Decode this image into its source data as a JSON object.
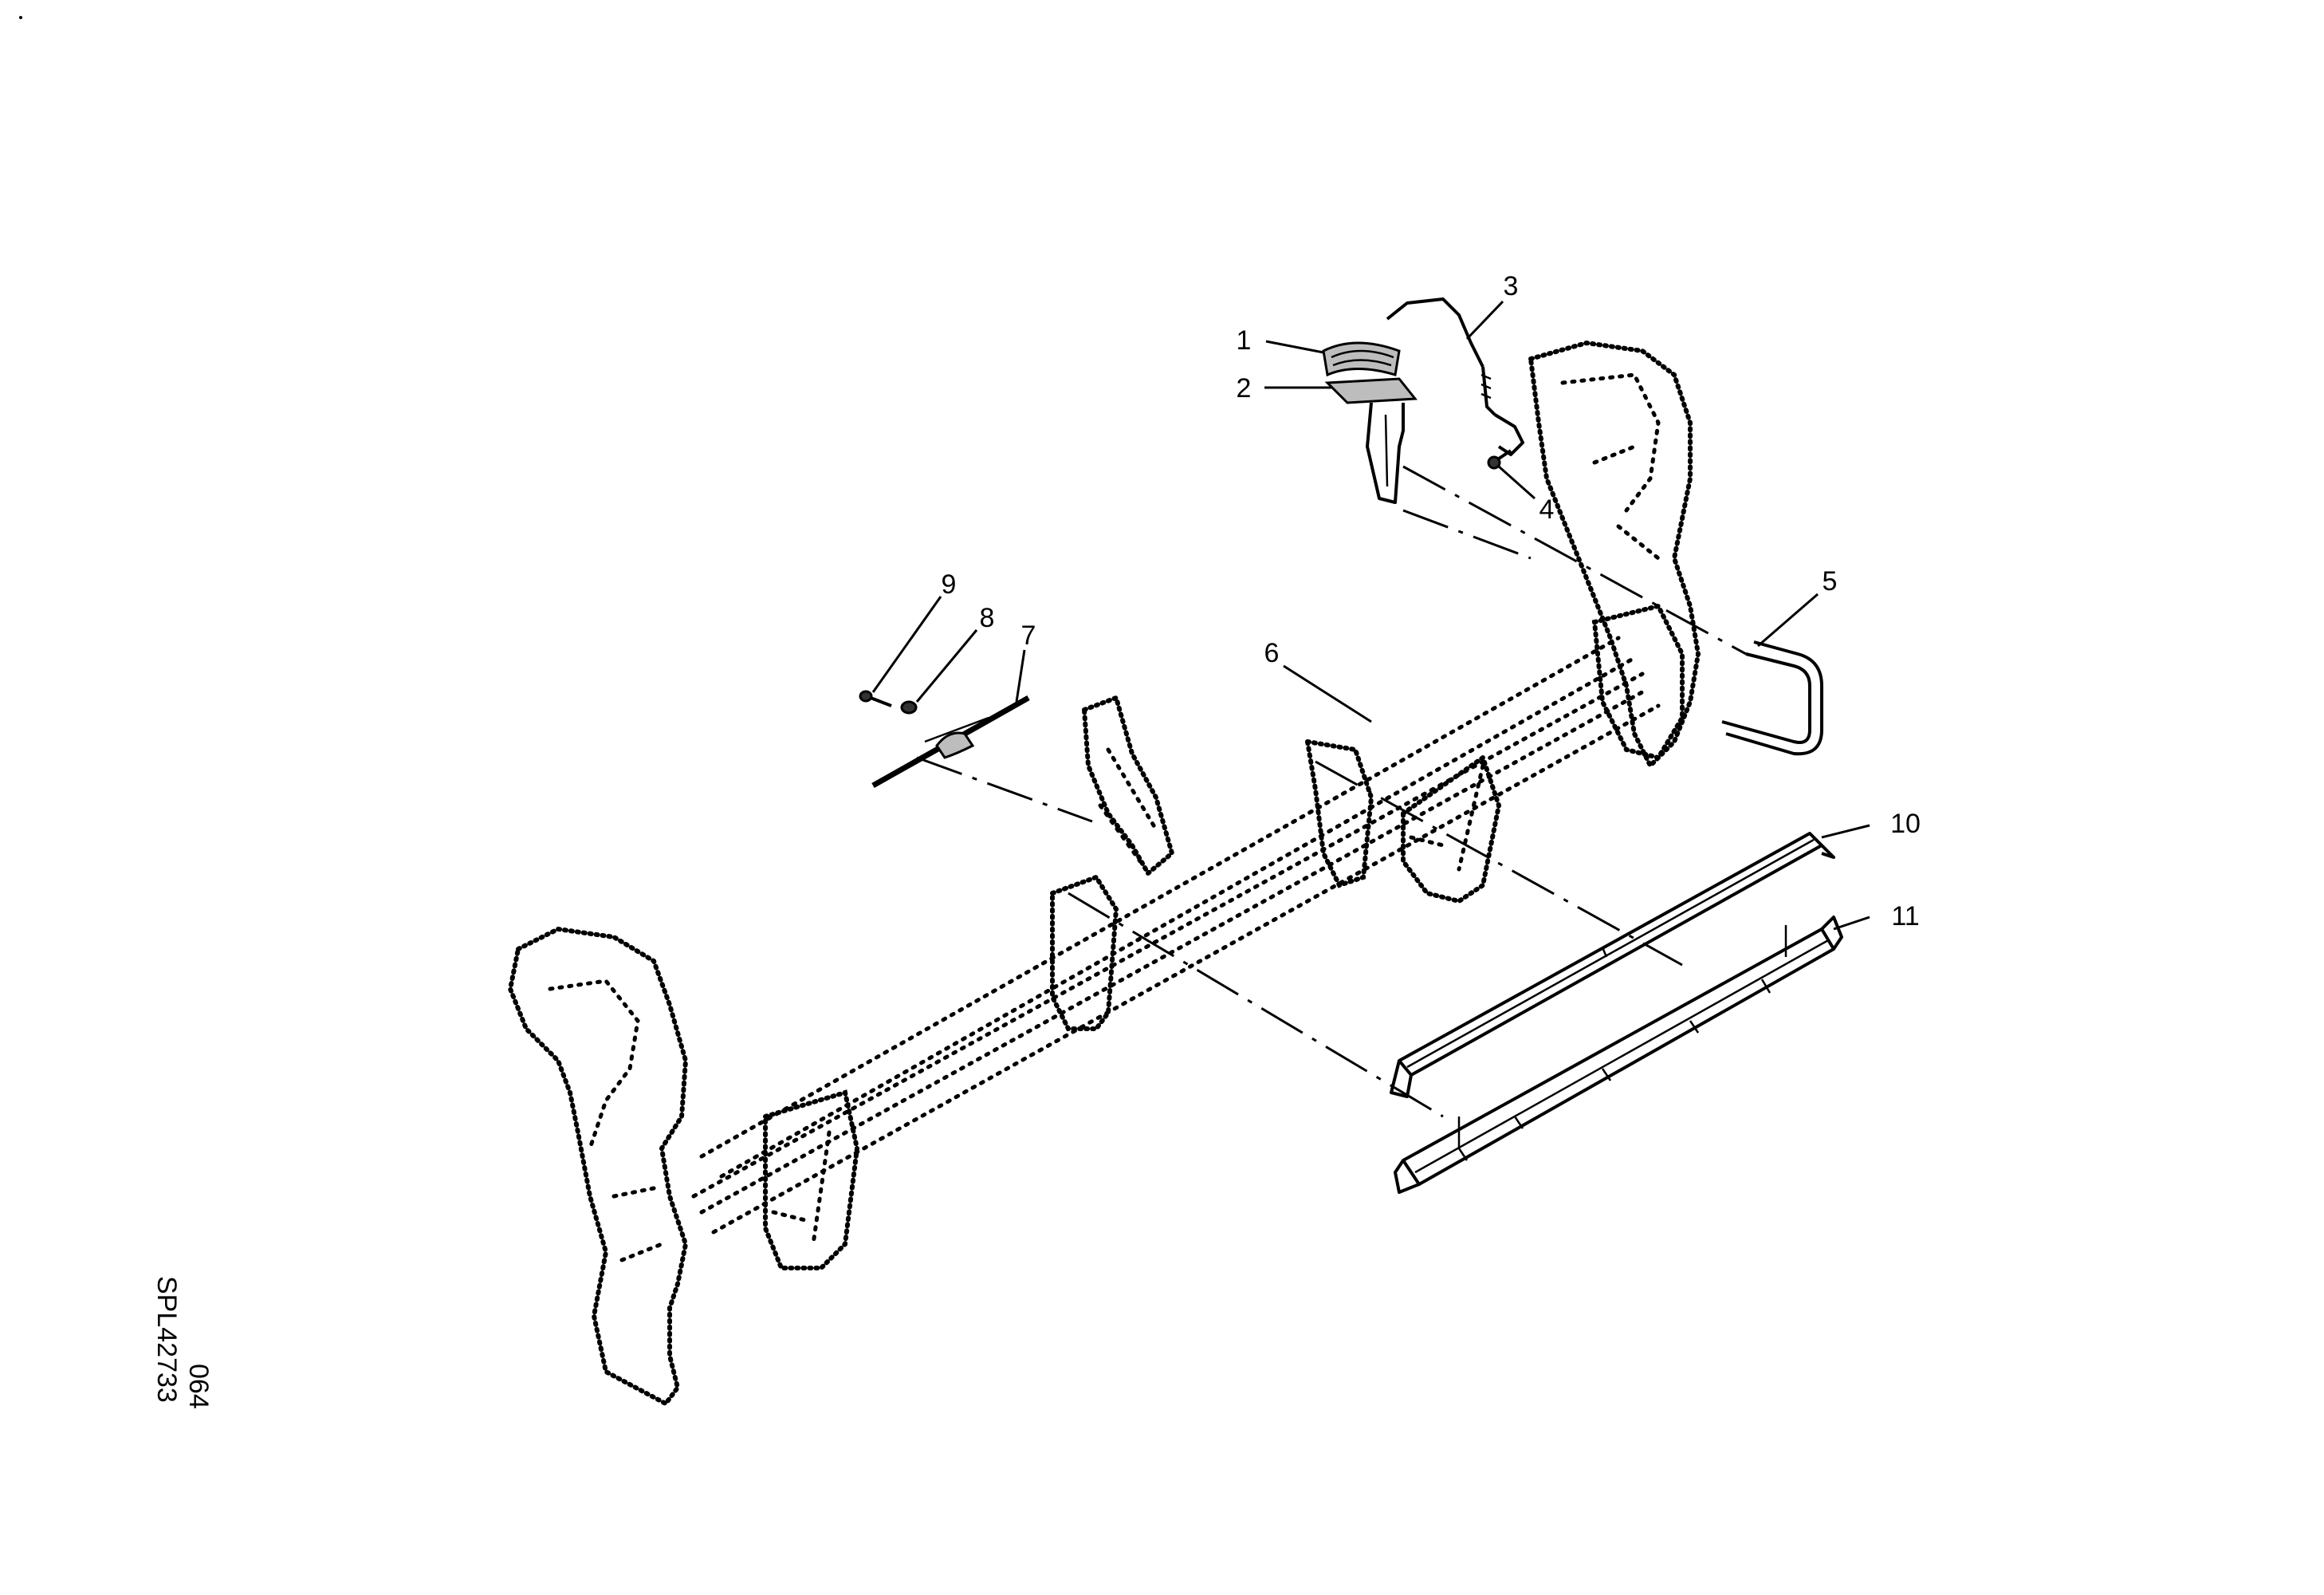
{
  "diagram": {
    "callouts": [
      {
        "id": "1",
        "label": "1"
      },
      {
        "id": "2",
        "label": "2"
      },
      {
        "id": "3",
        "label": "3"
      },
      {
        "id": "4",
        "label": "4"
      },
      {
        "id": "5",
        "label": "5"
      },
      {
        "id": "6",
        "label": "6"
      },
      {
        "id": "7",
        "label": "7"
      },
      {
        "id": "8",
        "label": "8"
      },
      {
        "id": "9",
        "label": "9"
      },
      {
        "id": "10",
        "label": "10"
      },
      {
        "id": "11",
        "label": "11"
      }
    ],
    "drawing_code": "SPL42733",
    "drawing_sheet": "064"
  }
}
